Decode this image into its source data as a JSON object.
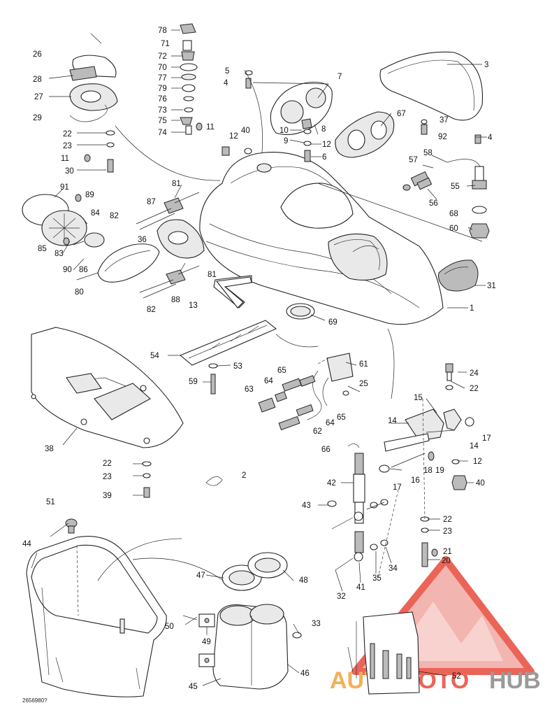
{
  "drawing_code": "2656980?",
  "watermark": {
    "part1": "AUTO",
    "part2": "MOTO",
    "part3": "HUB",
    "color_primary": "#e8493c",
    "color_orange": "#f2a23a",
    "color_gray": "#8a8a8a"
  },
  "callouts": {
    "c1": "1",
    "c2": "2",
    "c3": "3",
    "c4a": "4",
    "c4b": "4",
    "c5": "5",
    "c6": "6",
    "c7": "7",
    "c8": "8",
    "c9": "9",
    "c10": "10",
    "c11a": "11",
    "c11b": "11",
    "c12a": "12",
    "c12b": "12",
    "c12c": "12",
    "c13": "13",
    "c14a": "14",
    "c14b": "14",
    "c15": "15",
    "c16": "16",
    "c17a": "17",
    "c17b": "17",
    "c18": "18",
    "c19": "19",
    "c20": "20",
    "c21": "21",
    "c22a": "22",
    "c22b": "22",
    "c22c": "22",
    "c22d": "22",
    "c23a": "23",
    "c23b": "23",
    "c23c": "23",
    "c24": "24",
    "c25": "25",
    "c26": "26",
    "c27": "27",
    "c28": "28",
    "c29": "29",
    "c30": "30",
    "c31": "31",
    "c32": "32",
    "c33": "33",
    "c34": "34",
    "c35": "35",
    "c36": "36",
    "c37": "37",
    "c38": "38",
    "c39": "39",
    "c40a": "40",
    "c40b": "40",
    "c41": "41",
    "c42": "42",
    "c43": "43",
    "c44": "44",
    "c45": "45",
    "c46": "46",
    "c47": "47",
    "c48": "48",
    "c49": "49",
    "c50": "50",
    "c51": "51",
    "c52": "52",
    "c53": "53",
    "c54": "54",
    "c55": "55",
    "c56": "56",
    "c57": "57",
    "c58": "58",
    "c59": "59",
    "c60": "60",
    "c61": "61",
    "c62": "62",
    "c63": "63",
    "c64a": "64",
    "c64b": "64",
    "c65a": "65",
    "c65b": "65",
    "c66": "66",
    "c67": "67",
    "c68": "68",
    "c69": "69",
    "c70": "70",
    "c71": "71",
    "c72": "72",
    "c73": "73",
    "c74": "74",
    "c75": "75",
    "c76": "76",
    "c77": "77",
    "c78": "78",
    "c79": "79",
    "c80": "80",
    "c81a": "81",
    "c81b": "81",
    "c82a": "82",
    "c82b": "82",
    "c83": "83",
    "c84": "84",
    "c85": "85",
    "c86": "86",
    "c87": "87",
    "c88": "88",
    "c89": "89",
    "c90": "90",
    "c91": "91",
    "c92": "92"
  }
}
